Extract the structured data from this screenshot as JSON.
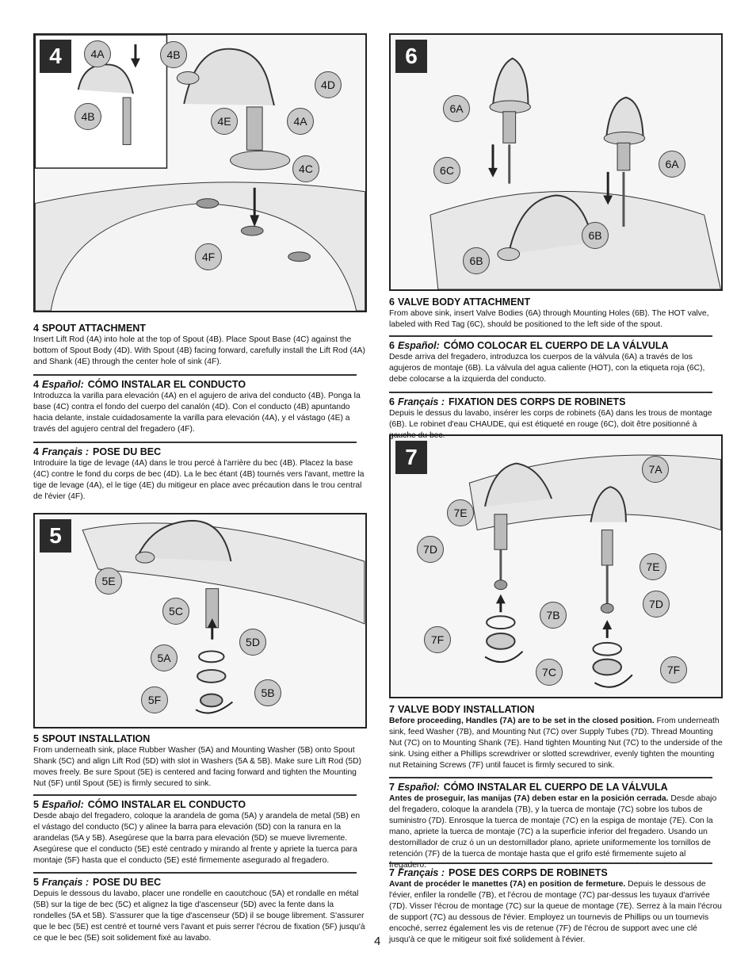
{
  "page_number": "4",
  "figures": {
    "fig4": {
      "step": "4",
      "callouts": [
        "4A",
        "4B",
        "4B",
        "4D",
        "4E",
        "4A",
        "4C",
        "4F"
      ]
    },
    "fig5": {
      "step": "5",
      "callouts": [
        "5E",
        "5C",
        "5D",
        "5A",
        "5B",
        "5F"
      ]
    },
    "fig6": {
      "step": "6",
      "callouts": [
        "6A",
        "6C",
        "6A",
        "6B",
        "6B"
      ]
    },
    "fig7": {
      "step": "7",
      "callouts": [
        "7A",
        "7E",
        "7D",
        "7E",
        "7D",
        "7B",
        "7F",
        "7C",
        "7F"
      ]
    }
  },
  "sections": {
    "s4_en": {
      "num": "4",
      "lang": "",
      "title": "SPOUT ATTACHMENT",
      "lead": "",
      "body": "Insert Lift Rod (4A) into hole at the top of Spout (4B).  Place Spout Base (4C) against the bottom of Spout Body (4D).  With Spout (4B) facing forward, carefully install the Lift Rod (4A) and Shank (4E) through the center hole of sink (4F)."
    },
    "s4_es": {
      "num": "4",
      "lang": "Español:",
      "title": "CÓMO INSTALAR EL CONDUCTO",
      "lead": "",
      "body": "Introduzca la varilla para elevación (4A) en el agujero de ariva del conducto (4B). Ponga la base (4C) contra el fondo del cuerpo del canalón (4D). Con el conducto (4B) apuntando hacia delante, instale cuidadosamente la varilla para elevación (4A), y el vástago (4E) a través del agujero central del fregadero (4F)."
    },
    "s4_fr": {
      "num": "4",
      "lang": "Français :",
      "title": "POSE DU BEC",
      "lead": "",
      "body": "Introduire la tige de levage (4A) dans le trou percé à l'arrière du bec (4B). Placez la base (4C) contre le fond du corps de bec (4D). La le bec étant (4B) tournés vers l'avant, mettre la tige de levage (4A), el le tige (4E) du mitigeur en place avec précaution dans le trou central de l'évier (4F)."
    },
    "s5_en": {
      "num": "5",
      "lang": "",
      "title": "SPOUT INSTALLATION",
      "lead": "",
      "body": "From underneath sink, place Rubber Washer (5A) and Mounting Washer (5B) onto Spout Shank (5C) and align Lift Rod (5D) with slot in Washers (5A & 5B).  Make sure Lift Rod (5D) moves freely.   Be sure Spout (5E) is centered and facing forward and tighten the Mounting Nut (5F) until Spout (5E) is firmly secured to sink."
    },
    "s5_es": {
      "num": "5",
      "lang": "Español:",
      "title": "CÓMO INSTALAR EL CONDUCTO",
      "lead": "",
      "body": "Desde abajo del fregadero, coloque la arandela de goma (5A) y arandela de metal (5B) en el vástago del conducto (5C) y alinee la barra para elevación (5D) con la ranura en la arandelas (5A y 5B).  Asegúrese que la barra para elevación (5D) se mueve livremente.  Asegúrese que el conducto (5E) esté centrado y mirando al frente y apriete la tuerca para montaje (5F) hasta que el conducto (5E) esté firmemente asegurado al fregadero."
    },
    "s5_fr": {
      "num": "5",
      "lang": "Français :",
      "title": "POSE DU BEC",
      "lead": "",
      "body": "Depuis le dessous du lavabo, placer une rondelle en caoutchouc (5A) et rondalle en métal (5B) sur la tige de bec (5C) et alignez la tige d'ascenseur (5D) avec la fente dans la rondelles (5A et 5B).  S'assurer que la tige d'ascenseur (5D) il se bouge librement.  S'assurer que le bec (5E) est centré et tourné vers l'avant et puis serrer l'écrou de fixation (5F) jusqu'à ce que le bec (5E) soit solidement fixé au lavabo."
    },
    "s6_en": {
      "num": "6",
      "lang": "",
      "title": "VALVE BODY ATTACHMENT",
      "lead": "",
      "body": "From above sink, insert Valve Bodies (6A) through Mounting Holes (6B).  The HOT valve, labeled with Red Tag (6C), should be positioned to the left side of the spout."
    },
    "s6_es": {
      "num": "6",
      "lang": "Español:",
      "title": "CÓMO COLOCAR EL CUERPO DE LA VÁLVULA",
      "lead": "",
      "body": "Desde arriva del fregadero, introduzca los cuerpos de la válvula (6A) a través de los agujeros de montaje (6B). La válvula del agua caliente (HOT), con la etiqueta roja (6C), debe colocarse a la izquierda del conducto."
    },
    "s6_fr": {
      "num": "6",
      "lang": "Français :",
      "title": "FIXATION DES CORPS DE ROBINETS",
      "lead": "",
      "body": "Depuis le dessus du lavabo, insérer les corps de robinets (6A) dans les trous de montage (6B). Le robinet d'eau CHAUDE, qui est étiqueté en rouge (6C), doit être positionné à gauche du bec."
    },
    "s7_en": {
      "num": "7",
      "lang": "",
      "title": "VALVE BODY INSTALLATION",
      "lead": "Before proceeding, Handles (7A) are to be set in the closed position.",
      "body": " From underneath sink, feed Washer (7B), and Mounting Nut (7C) over Supply Tubes (7D).  Thread Mounting Nut (7C) on to Mounting Shank (7E).  Hand tighten Mounting Nut (7C) to the underside of the sink.  Using either a Phillips screwdriver or slotted screwdriver, evenly tighten the mounting nut Retaining Screws (7F) until faucet is firmly secured to sink."
    },
    "s7_es": {
      "num": "7",
      "lang": "Español:",
      "title": "CÓMO INSTALAR EL CUERPO DE LA VÁLVULA",
      "lead": "Antes de proseguir, las manijas (7A) deben estar en la posición cerrada.",
      "body": " Desde abajo del fregadero, coloque la arandela (7B), y la tuerca de montaje (7C) sobre los tubos de suministro (7D). Enrosque la tuerca de montaje (7C) en la espiga de montaje (7E). Con la mano, apriete la tuerca de montaje (7C) a la superficie inferior del fregadero. Usando un destornillador de cruz ó un un destornillador plano, apriete uniformemente los tornillos de retención (7F) de la tuerca de montaje hasta que el grifo esté firmemente sujeto al fregadero."
    },
    "s7_fr": {
      "num": "7",
      "lang": "Français :",
      "title": "POSE DES CORPS DE ROBINETS",
      "lead": "Avant de procéder le manettes (7A) en position de fermeture.",
      "body": " Depuis le dessous de l'évier, enfiler la rondelle (7B), et l'écrou de montage (7C) par-dessus les tuyaux d'arrivée (7D). Visser l'écrou de montage (7C) sur la queue de montage (7E). Serrez à la main l'écrou de support (7C) au dessous de l'évier. Employez un tournevis de Phillips ou un tournevis encoché, serrez également les vis de retenue (7F) de l'écrou de support avec une clé jusqu'à ce que le mitigeur soit fixé solidement à l'évier."
    }
  }
}
